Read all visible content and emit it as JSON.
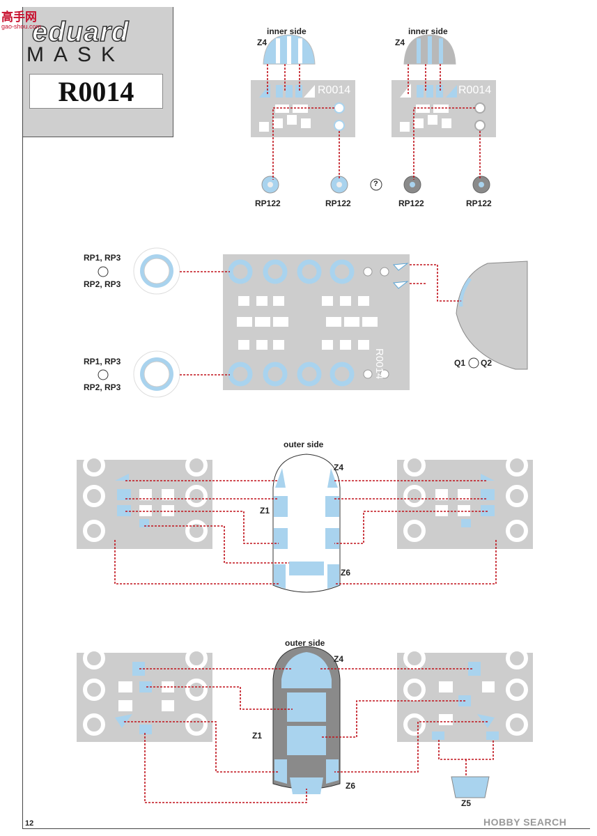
{
  "watermark_top": {
    "cn": "高手网",
    "site": "gao-shou.com"
  },
  "header": {
    "brand_top": "eduard",
    "brand_bottom": "MASK",
    "product_code": "R0014"
  },
  "labels": {
    "inner_side_left": "inner side",
    "inner_side_right": "inner side",
    "z4_a": "Z4",
    "z4_b": "Z4",
    "rp122_1": "RP122",
    "rp122_2": "RP122",
    "rp122_3": "RP122",
    "rp122_4": "RP122",
    "question": "?",
    "rp1_rp3_a": "RP1, RP3",
    "rp2_rp3_a": "RP2, RP3",
    "rp1_rp3_b": "RP1, RP3",
    "rp2_rp3_b": "RP2, RP3",
    "q1": "Q1",
    "q2": "Q2",
    "outer_side_1": "outer side",
    "z4_c": "Z4",
    "z1_a": "Z1",
    "z6_a": "Z6",
    "outer_side_2": "outer side",
    "z4_d": "Z4",
    "z1_b": "Z1",
    "z6_b": "Z6",
    "z5": "Z5",
    "sheet_code_1": "R0014",
    "sheet_code_2": "R0014",
    "sheet_code_3": "R0014"
  },
  "page_number": "12",
  "watermark_bottom": "HOBBY SEARCH",
  "colors": {
    "mask_blue": "#a9d3ee",
    "sheet_grey": "#cdcdcd",
    "dark_grey": "#8a8a8a",
    "leader_red": "#c0111a"
  }
}
